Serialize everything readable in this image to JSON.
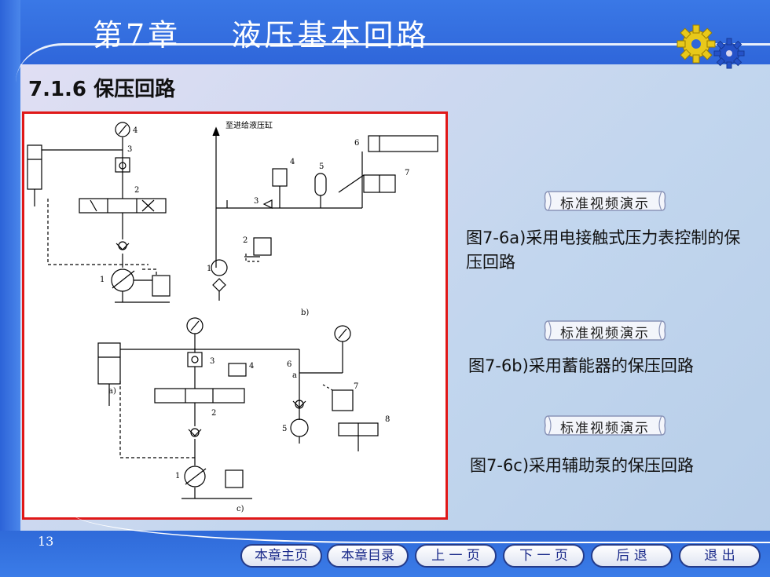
{
  "header": {
    "chapter_title": "第7章    液压基本回路"
  },
  "section": {
    "title": "7.1.6  保压回路"
  },
  "figure": {
    "top_label": "至进给液压缸",
    "sub_a": "a)",
    "sub_b": "b)",
    "sub_c": "c)",
    "nums": [
      "1",
      "2",
      "3",
      "4",
      "5",
      "6",
      "7",
      "8",
      "a"
    ]
  },
  "videos": [
    {
      "label": "标准视频演示",
      "caption": "图7-6a)采用电接触式压力表控制的保压回路"
    },
    {
      "label": "标准视频演示",
      "caption": "图7-6b)采用蓄能器的保压回路"
    },
    {
      "label": "标准视频演示",
      "caption": "图7-6c)采用辅助泵的保压回路"
    }
  ],
  "footer": {
    "page_number": "13",
    "nav": [
      "本章主页",
      "本章目录",
      "上 一 页",
      "下 一 页",
      "后  退",
      "退  出"
    ]
  },
  "colors": {
    "accent_blue": "#2f66da",
    "frame_red": "#e01818"
  }
}
